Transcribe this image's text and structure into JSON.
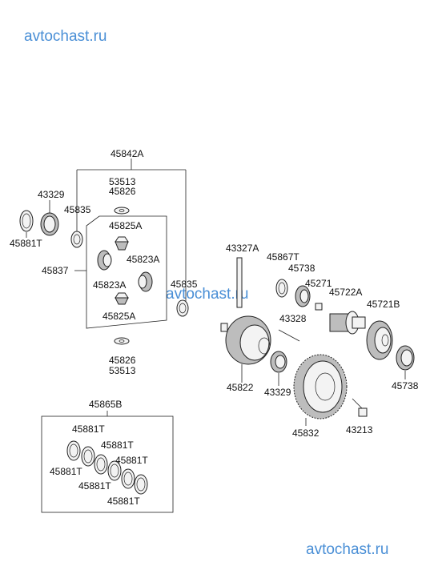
{
  "watermark": {
    "top": "avtochast.ru",
    "middle": "avtochast.ru",
    "bottom": "avtochast.ru"
  },
  "colors": {
    "watermark": "#4a8fd6",
    "line": "#222222"
  },
  "labels": {
    "p45842A": "45842A",
    "p53513_top": "53513",
    "p45826_top": "45826",
    "p43329_left": "43329",
    "p45835_left": "45835",
    "p45881T_left": "45881T",
    "p45825A_top": "45825A",
    "p45823A_right": "45823A",
    "p45837": "45837",
    "p45823A_left": "45823A",
    "p45835_right": "45835",
    "p45825A_bottom": "45825A",
    "p45826_bottom": "45826",
    "p53513_bottom": "53513",
    "p43327A": "43327A",
    "p45867T": "45867T",
    "p45738_top": "45738",
    "p45271": "45271",
    "p45722A": "45722A",
    "p45721B": "45721B",
    "p43328": "43328",
    "p45822": "45822",
    "p43329_right": "43329",
    "p45738_right": "45738",
    "p45832": "45832",
    "p43213": "43213",
    "p45865B": "45865B",
    "kit_1": "45881T",
    "kit_2": "45881T",
    "kit_3": "45881T",
    "kit_4": "45881T",
    "kit_5": "45881T",
    "kit_6": "45881T"
  }
}
